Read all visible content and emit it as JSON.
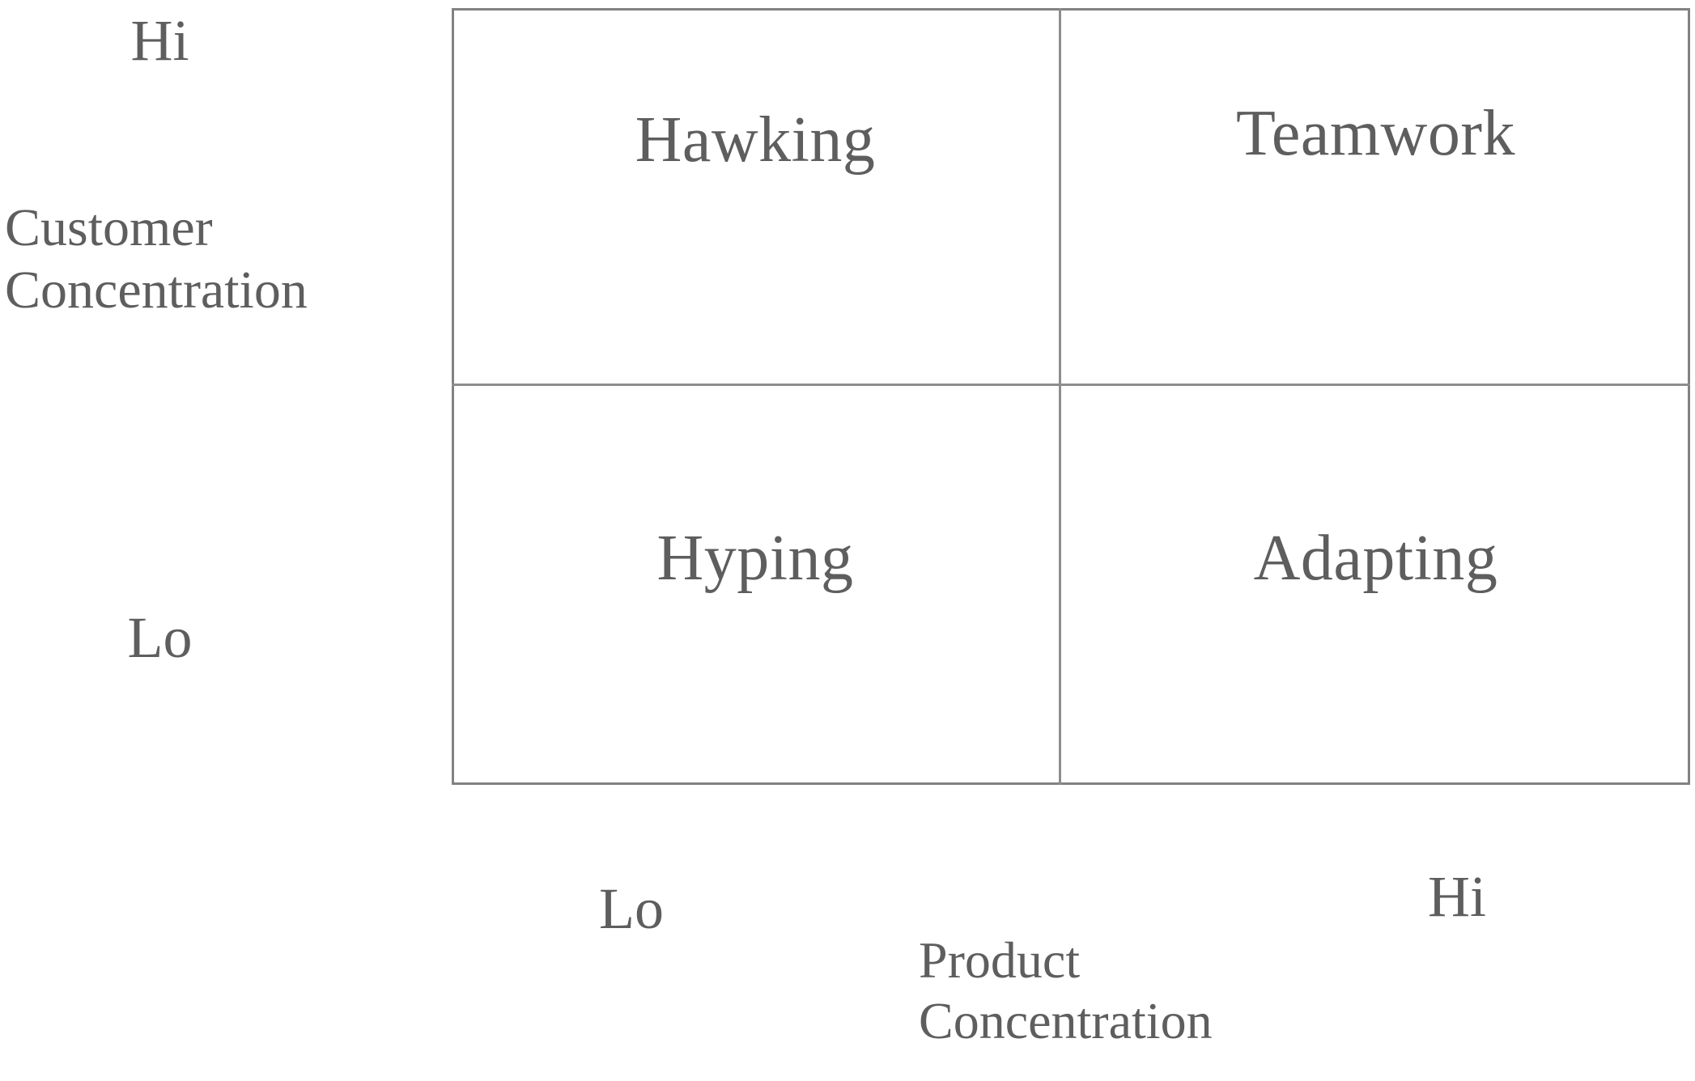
{
  "chart_data": {
    "type": "matrix",
    "title": "",
    "xlabel": "Product Concentration",
    "ylabel": "Customer Concentration",
    "x_ticks": [
      "Lo",
      "Hi"
    ],
    "y_ticks": [
      "Lo",
      "Hi"
    ],
    "grid": true,
    "quadrants": [
      {
        "label": "Hawking",
        "x": "Lo",
        "y": "Hi"
      },
      {
        "label": "Teamwork",
        "x": "Hi",
        "y": "Hi"
      },
      {
        "label": "Hyping",
        "x": "Lo",
        "y": "Lo"
      },
      {
        "label": "Adapting",
        "x": "Hi",
        "y": "Lo"
      }
    ],
    "colors": {
      "text": "#5e5e5e",
      "border": "#828282",
      "divider": "#8d8d8d",
      "background": "#ffffff"
    }
  },
  "y_axis": {
    "high_label": "Hi",
    "low_label": "Lo",
    "title_line_1": "Customer",
    "title_line_2": "Concentration"
  },
  "x_axis": {
    "low_label": "Lo",
    "high_label": "Hi",
    "title_line_1": "Product",
    "title_line_2": "Concentration"
  },
  "quadrants": {
    "top_left": "Hawking",
    "top_right": "Teamwork",
    "bottom_left": "Hyping",
    "bottom_right": "Adapting"
  }
}
